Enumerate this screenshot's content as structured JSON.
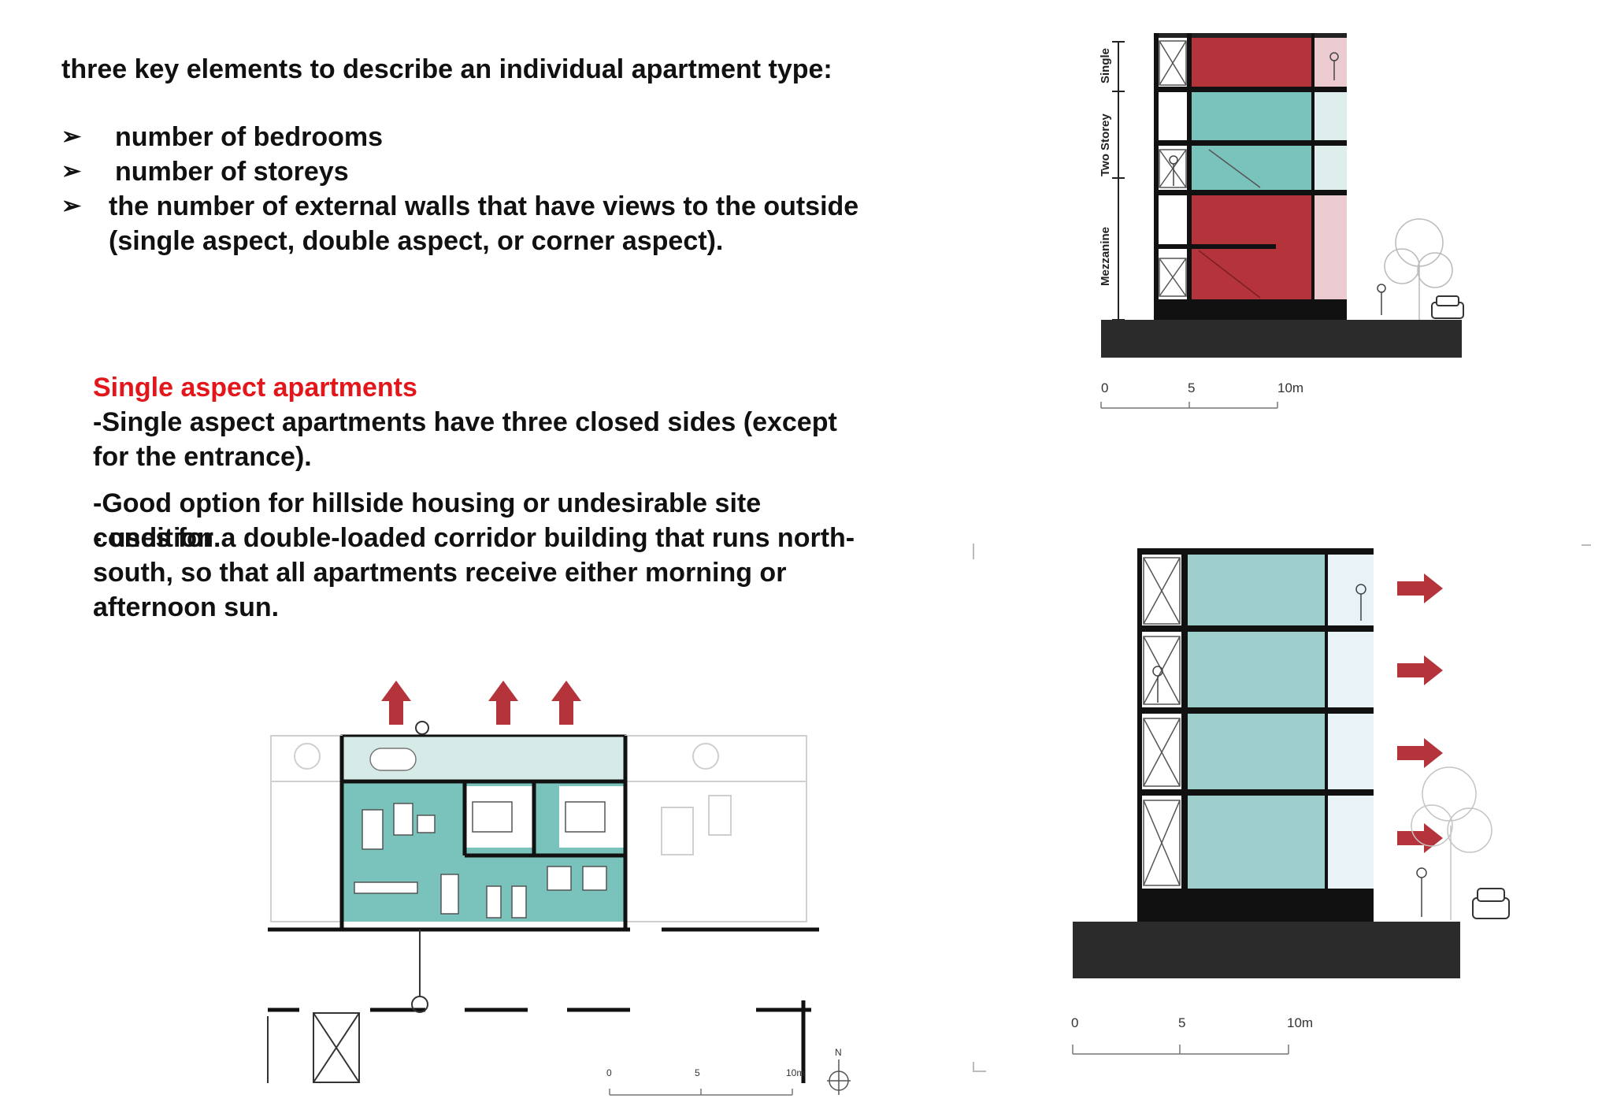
{
  "intro": "three key elements to describe an individual apartment type:",
  "bullets": [
    {
      "marker": "➢",
      "text": "number of bedrooms"
    },
    {
      "marker": "➢",
      "text": "number of storeys"
    },
    {
      "marker": "➢",
      "text": "the number of external walls that have views to the outside (single aspect, double aspect, or corner aspect)."
    }
  ],
  "section_title": "Single aspect apartments",
  "paragraphs": [
    "-Single aspect apartments have three closed sides (except for the entrance).",
    "-Good option for hillside housing or undesirable site condition.",
    "- uses for a double-loaded corridor building that runs north-south, so that all apartments receive either morning or afternoon sun."
  ],
  "section_top": {
    "dimension_labels": [
      "Single",
      "Two Storey",
      "Mezzanine"
    ],
    "scale_labels": [
      "0",
      "5",
      "10m"
    ]
  },
  "section_bottom": {
    "scale_labels": [
      "0",
      "5",
      "10m"
    ]
  },
  "plan": {
    "scale_labels": [
      "0",
      "5",
      "10m"
    ],
    "north_label": "N"
  },
  "colors": {
    "red": "#b5333a",
    "teal": "#79c3bc",
    "teal_light": "#9ecfcc",
    "pink": "#eccbd0",
    "ground": "#2b2b2b",
    "accent_title": "#e3161b"
  }
}
